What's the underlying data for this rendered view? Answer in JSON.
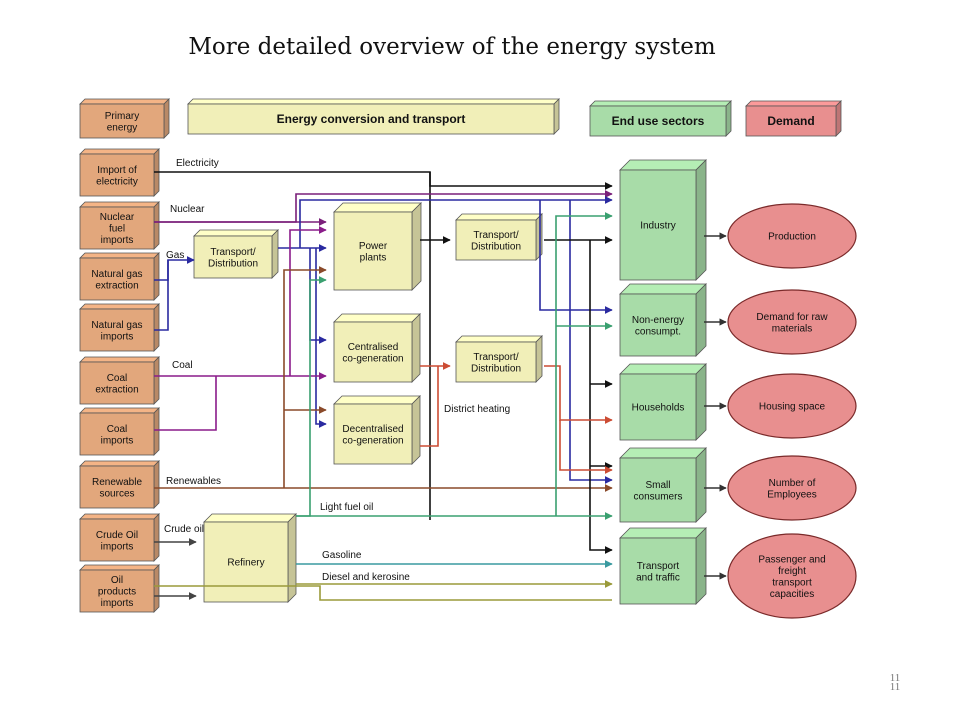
{
  "slide": {
    "title": "More detailed overview of the energy system",
    "page_number": "11"
  },
  "colors": {
    "orange_box": "#e2a77c",
    "yellow_box": "#f1efb8",
    "green_box": "#a8dca8",
    "demand_fill": "#e88f8f",
    "electricity": "#111111",
    "nuclear": "#7a1f7a",
    "gas": "#2a2aa0",
    "coal": "#8a1c8a",
    "heat": "#cc4c34",
    "renewables": "#8a4a2a",
    "light_fuel_oil": "#3aa070",
    "gasoline": "#3a9aa0",
    "diesel": "#9a9a3a"
  },
  "headers": {
    "primary": "Primary energy",
    "conversion": "Energy conversion and transport",
    "end_use": "End use sectors",
    "demand": "Demand"
  },
  "primary": [
    "Import of electricity",
    "Nuclear fuel imports",
    "Natural gas extraction",
    "Natural gas imports",
    "Coal extraction",
    "Coal imports",
    "Renewable sources",
    "Crude Oil imports",
    "Oil products imports"
  ],
  "conversion": {
    "transport_gas": "Transport/ Distribution",
    "power_plants": "Power plants",
    "centralised": "Centralised co-generation",
    "decentralised": "Decentralised co-generation",
    "transport_elec": "Transport/ Distribution",
    "transport_heat": "Transport/ Distribution",
    "refinery": "Refinery"
  },
  "sectors": [
    "Industry",
    "Non-energy consumpt.",
    "Households",
    "Small consumers",
    "Transport and traffic"
  ],
  "demand": [
    "Production",
    "Demand for raw materials",
    "Housing space",
    "Number of Employees",
    "Passenger and freight transport capacities"
  ],
  "flows": {
    "electricity": "Electricity",
    "nuclear": "Nuclear",
    "gas": "Gas",
    "coal": "Coal",
    "renewables": "Renewables",
    "crude_oil": "Crude oil",
    "light_fuel_oil": "Light fuel oil",
    "gasoline": "Gasoline",
    "diesel_kerosine": "Diesel and kerosine",
    "district_heating": "District heating"
  }
}
